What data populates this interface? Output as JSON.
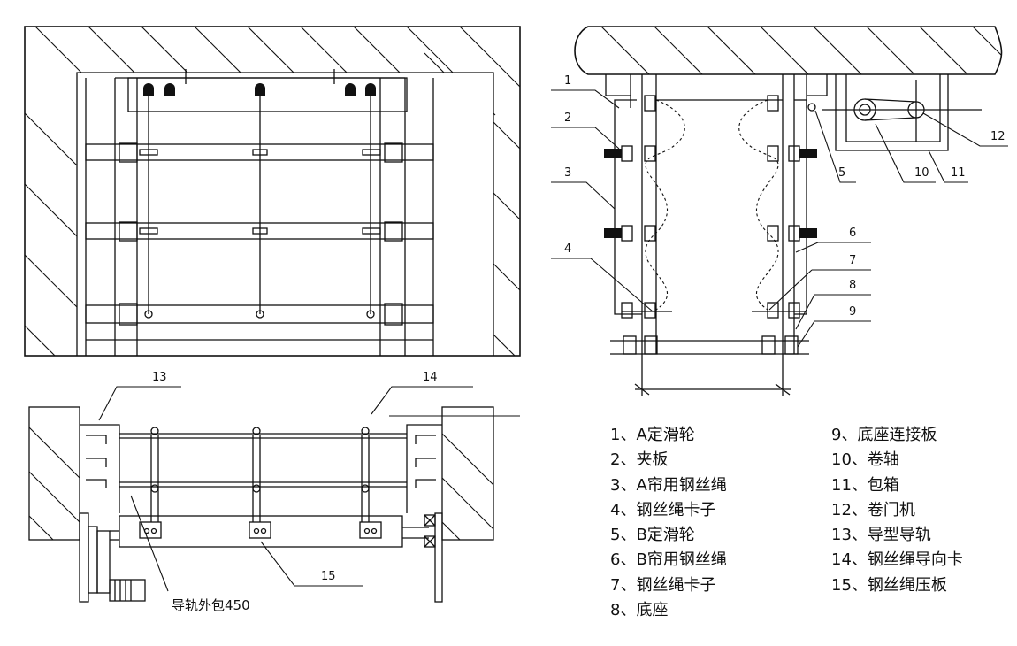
{
  "front_view": {
    "callouts": []
  },
  "side_view": {
    "callouts": [
      "1",
      "2",
      "3",
      "4",
      "5",
      "6",
      "7",
      "8",
      "9",
      "10",
      "11",
      "12"
    ]
  },
  "plan_view": {
    "callouts": [
      "13",
      "14",
      "15"
    ],
    "annotation": "导轨外包450"
  },
  "legend": {
    "left": [
      "1、A定滑轮",
      "2、夹板",
      "3、A帘用钢丝绳",
      "4、钢丝绳卡子",
      "5、B定滑轮",
      "6、B帘用钢丝绳",
      "7、钢丝绳卡子",
      "8、底座"
    ],
    "right": [
      "9、底座连接板",
      "10、卷轴",
      "11、包箱",
      "12、卷门机",
      "13、导型导轨",
      "14、钢丝绳导向卡",
      "15、钢丝绳压板"
    ]
  }
}
